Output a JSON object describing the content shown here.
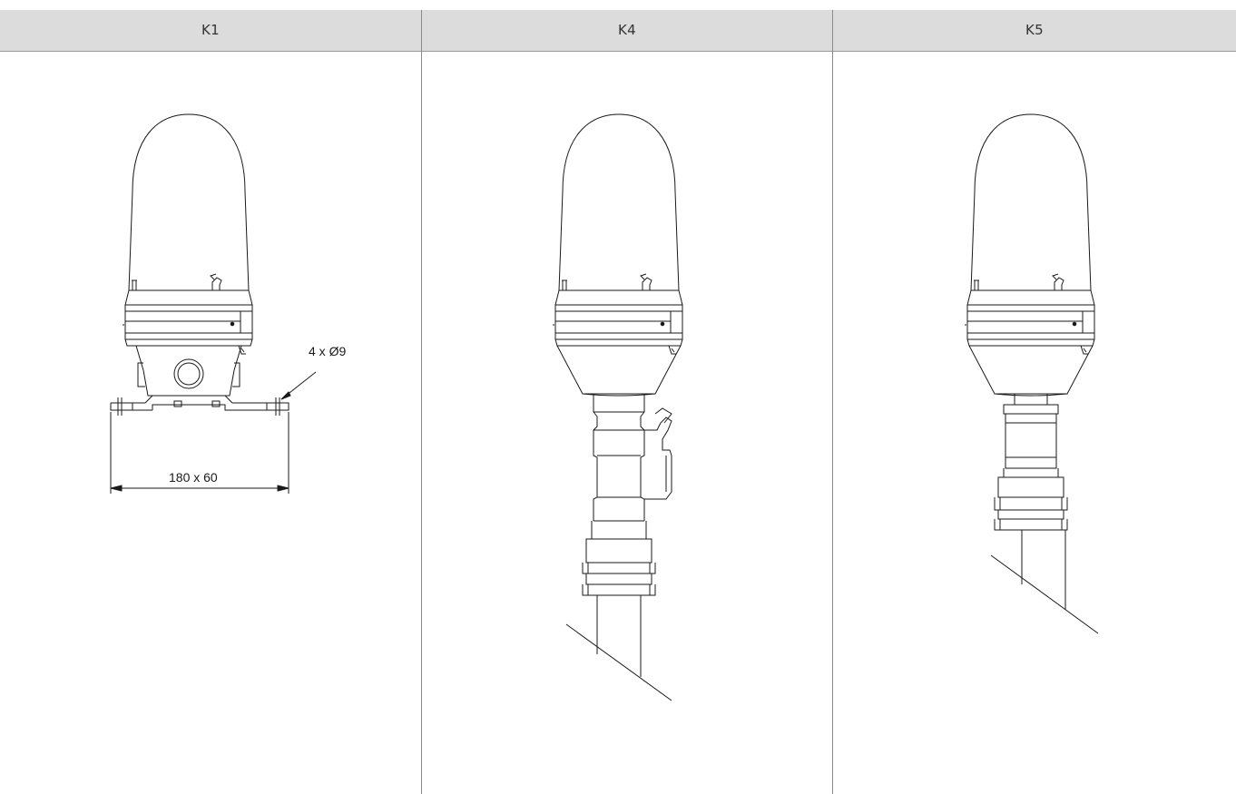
{
  "columns": [
    {
      "label": "K1"
    },
    {
      "label": "K4"
    },
    {
      "label": "K5"
    }
  ],
  "dimensions": {
    "holes": "4 x Ø9",
    "base": "180 x 60"
  }
}
